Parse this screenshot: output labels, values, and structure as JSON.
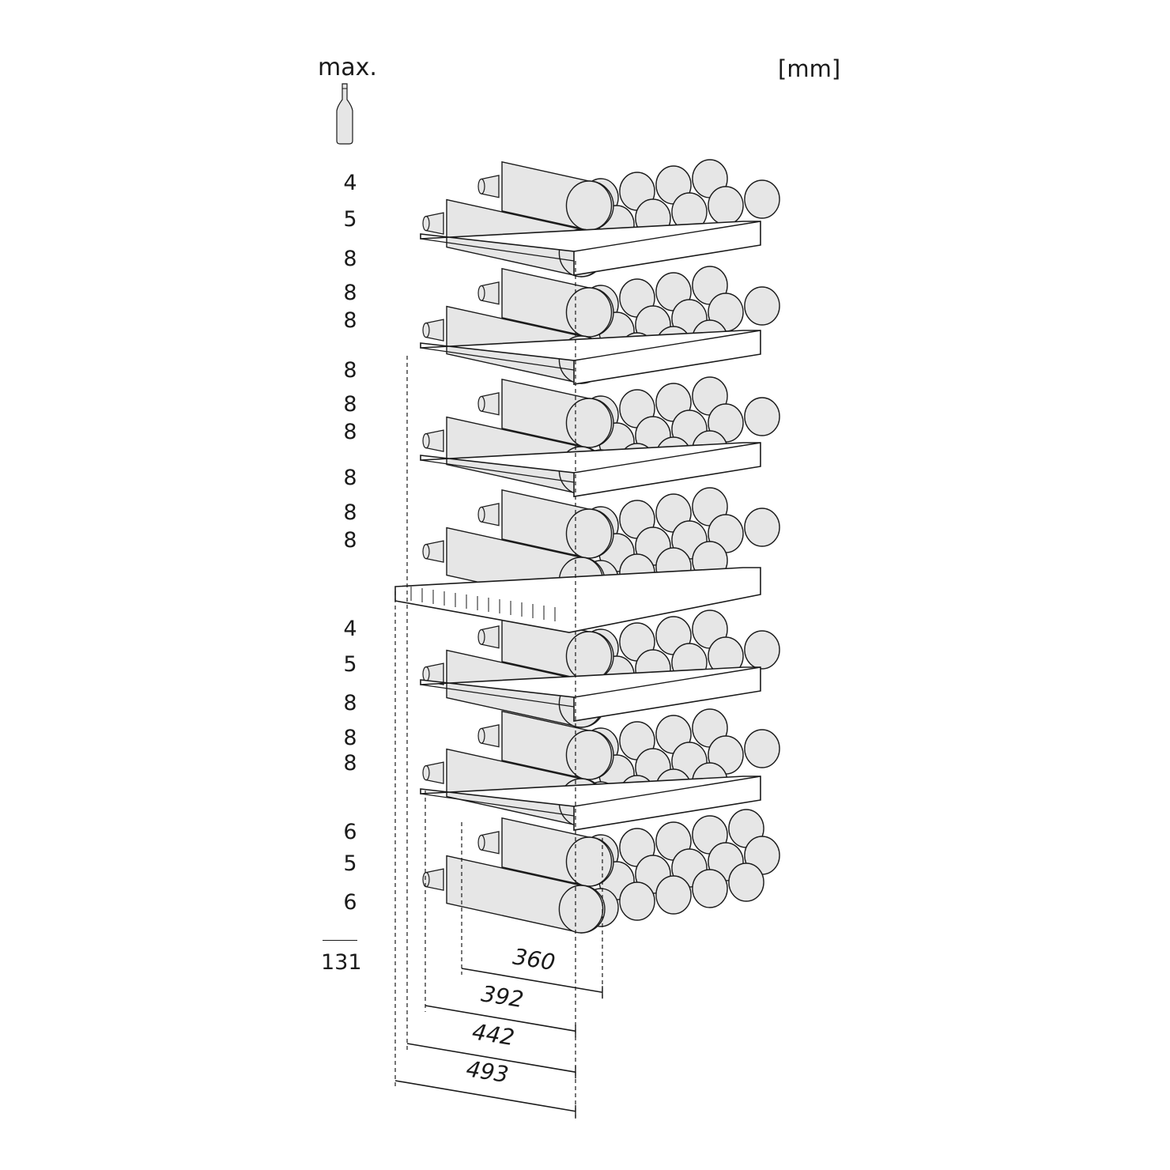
{
  "header": {
    "max_label": "max.",
    "unit_label": "[mm]"
  },
  "icons": {
    "bottle": "wine-bottle-icon"
  },
  "bottle_counts": [
    "4",
    "5",
    "8",
    "8",
    "8",
    "8",
    "8",
    "8",
    "8",
    "8",
    "8",
    "4",
    "5",
    "8",
    "8",
    "8",
    "6",
    "5",
    "6"
  ],
  "total": "131",
  "dimensions": [
    "360",
    "392",
    "442",
    "493"
  ],
  "colors": {
    "bottle_fill": "#e6e6e6",
    "line": "#1a1a1a",
    "background": "#ffffff"
  }
}
